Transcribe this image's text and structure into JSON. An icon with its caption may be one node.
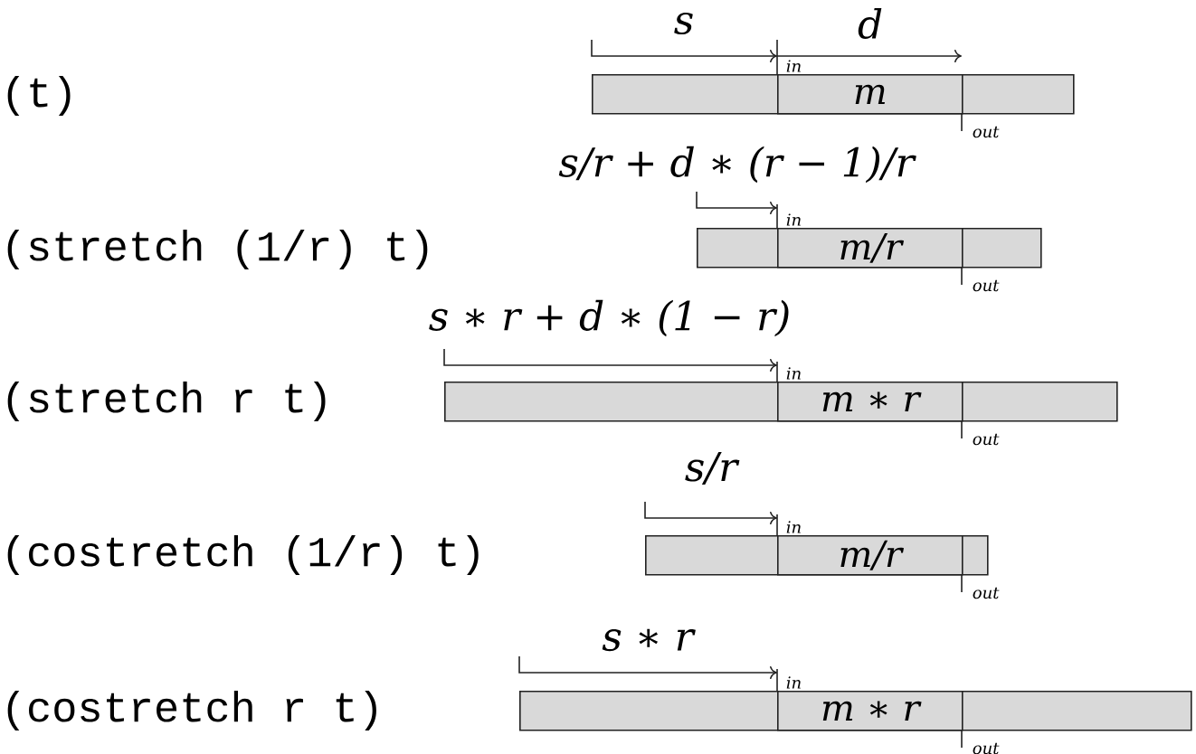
{
  "diagram": {
    "nodes": [
      {
        "text": [],
        "shape": "bar"
      },
      {
        "text": [
          "m"
        ],
        "in": 0,
        "beside": [
          "in",
          "out"
        ]
      },
      {
        "text": [],
        "shape": "bar"
      },
      {
        "text": [
          "m/r"
        ],
        "in": 2,
        "beside": [
          "in",
          "out"
        ]
      },
      {
        "text": [],
        "shape": "bar"
      },
      {
        "text": [
          "m ∗ r"
        ],
        "in": 4,
        "beside": [
          "in",
          "out"
        ]
      },
      {
        "text": [],
        "shape": "bar"
      },
      {
        "text": [
          "m/r"
        ],
        "in": 6,
        "beside": [
          "in",
          "out"
        ]
      },
      {
        "text": [],
        "shape": "bar"
      },
      {
        "text": [
          "m ∗ r"
        ],
        "in": 8,
        "beside": [
          "in",
          "out"
        ]
      }
    ],
    "labels": [
      "s",
      "d",
      "(t)",
      "s/r + d ∗ (r − 1)/r",
      "(stretch (1/r) t)",
      "s ∗ r + d ∗ (1 − r)",
      "(stretch r t)",
      "s/r",
      "(costretch (1/r) t)",
      "s ∗ r",
      "(costretch r t)"
    ]
  }
}
